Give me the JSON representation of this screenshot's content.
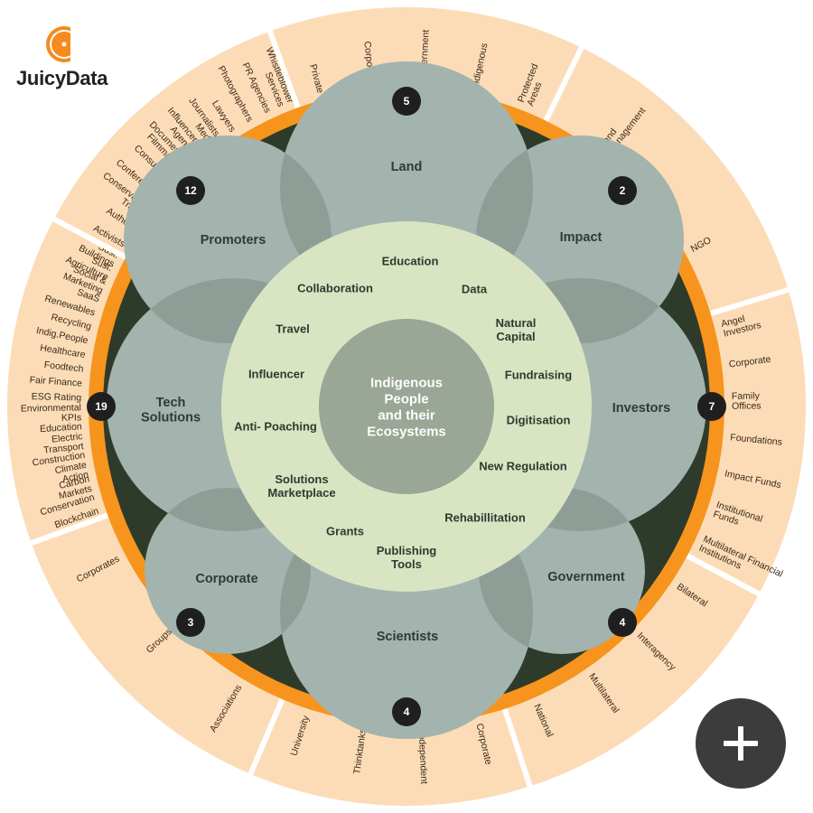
{
  "brand": {
    "name": "JuicyData"
  },
  "actions": {
    "add_icon": "plus-icon"
  },
  "colors": {
    "ring": "#fcdcb6",
    "ring_border": "#ffffff",
    "orange": "#f7941d",
    "dark": "#2e3b2b",
    "petal": "#a3b3ae",
    "overlap": "#8e9e97",
    "inner": "#d9e4c3",
    "center": "#9aa696",
    "badge": "#1f1f1f"
  },
  "center": {
    "lines": [
      "Indigenous",
      "People",
      "and their",
      "Ecosystems"
    ]
  },
  "groups": [
    {
      "name": "Land",
      "count": "5",
      "segments": [
        "Private",
        "Corporate",
        "Government",
        "Indigenous",
        "Protected Areas"
      ]
    },
    {
      "name": "Impact",
      "count": "2",
      "segments": [
        "Land Management",
        "NGO"
      ]
    },
    {
      "name": "Investors",
      "count": "7",
      "segments": [
        "Angel Investors",
        "Corporate",
        "Family Offices",
        "Foundations",
        "Impact Funds",
        "Institutional Funds",
        "Multilateral Financial Institutions"
      ]
    },
    {
      "name": "Government",
      "count": "4",
      "segments": [
        "Bilateral",
        "Interagency",
        "Multilateral",
        "National"
      ]
    },
    {
      "name": "Scientists",
      "count": "4",
      "segments": [
        "Corporate",
        "Independent",
        "Thinktanks",
        "University"
      ]
    },
    {
      "name": "Corporate",
      "count": "3",
      "segments": [
        "Associations",
        "Groups",
        "Corporates"
      ]
    },
    {
      "name": "Tech Solutions",
      "count": "19",
      "segments": [
        "Blockchain",
        "Conservation",
        "Carbon Markets",
        "Climate Action",
        "Construction",
        "Electric Transport",
        "Education",
        "Environmental KPIs",
        "ESG Rating",
        "Fair Finance",
        "Foodtech",
        "Healthcare",
        "Indig.People",
        "Recycling",
        "Renewables",
        "SaaS",
        "Social & Marketing",
        "Sust. Agriculture",
        "Sust. Buildings"
      ]
    },
    {
      "name": "Promoters",
      "count": "12",
      "segments": [
        "Activists",
        "Authors",
        "Conservation Travel",
        "Conferences",
        "Consultants",
        "Documentary Filmmakers",
        "Influencers & Agencies",
        "Journalists / Media",
        "Lawyers",
        "Photographers",
        "PR Agencies",
        "Whistleblower Services"
      ]
    }
  ],
  "inner_items": [
    "Education",
    "Data",
    "Natural Capital",
    "Fundraising",
    "Digitisation",
    "New Regulation",
    "Rehabillitation",
    "Publishing Tools",
    "Grants",
    "Solutions Marketplace",
    "Anti- Poaching",
    "Influencer",
    "Travel",
    "Collaboration"
  ]
}
